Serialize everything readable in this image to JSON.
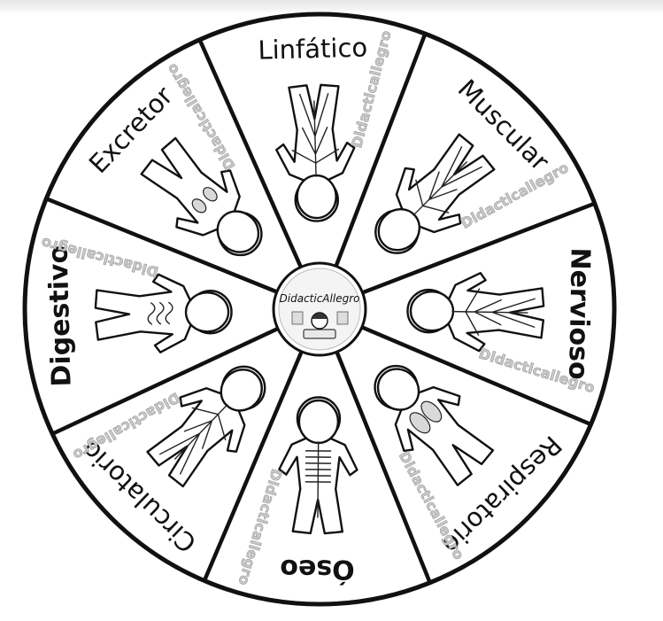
{
  "segments": [
    {
      "label": "Linfático",
      "watermark": "Didacticallegro",
      "organ_icon": "lymph-nodes-icon"
    },
    {
      "label": "Muscular",
      "watermark": "Didacticallegro",
      "organ_icon": "muscles-icon"
    },
    {
      "label": "Nervioso",
      "watermark": "Didacticallegro",
      "organ_icon": "nerves-icon"
    },
    {
      "label": "Respiratorio",
      "watermark": "Didacticallegro",
      "organ_icon": "lungs-icon"
    },
    {
      "label": "Óseo",
      "watermark": "Didacticallegro",
      "organ_icon": "skeleton-icon"
    },
    {
      "label": "Circulatorio",
      "watermark": "Didacticallegro",
      "organ_icon": "blood-vessels-icon"
    },
    {
      "label": "Digestivo",
      "watermark": "Didacticallegro",
      "organ_icon": "intestines-icon"
    },
    {
      "label": "Excretor",
      "watermark": "Didacticallegro",
      "organ_icon": "kidneys-icon"
    }
  ],
  "center_logo": {
    "name": "DidacticAllegro",
    "icon": "teacher-logo-icon"
  },
  "colors": {
    "outline": "#111111",
    "watermark": "#c9c9c9",
    "background": "#ffffff"
  }
}
